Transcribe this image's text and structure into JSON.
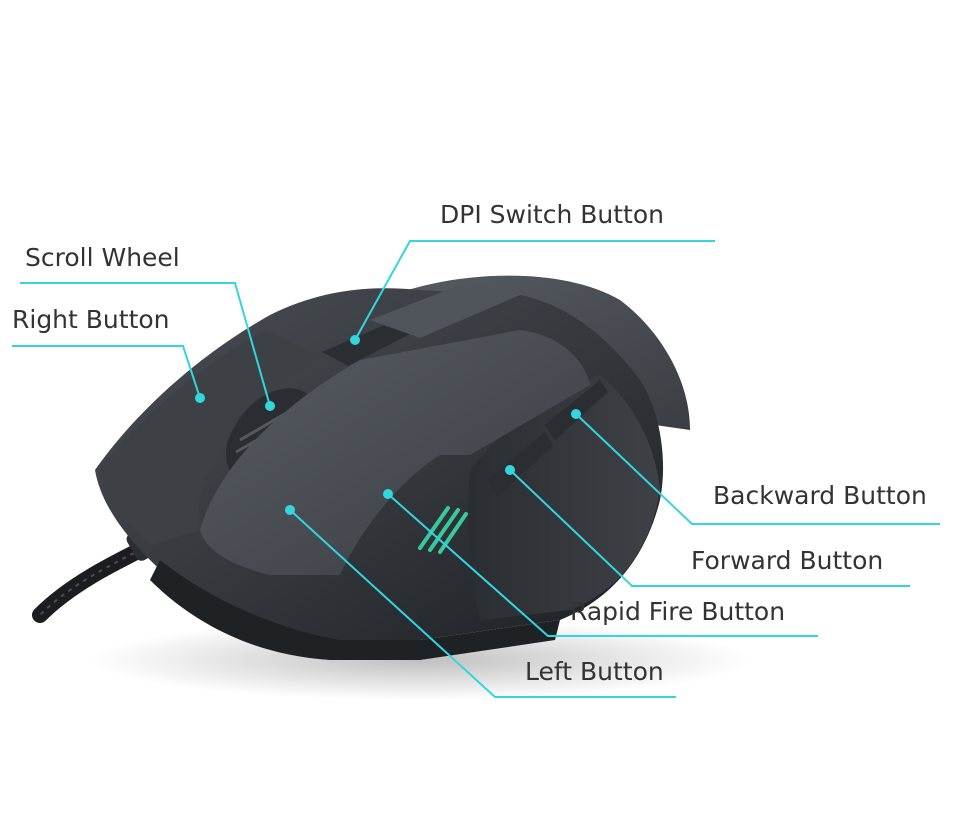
{
  "colors": {
    "leader_line": "#33d6dc",
    "label_text": "#333333",
    "mouse_body": "#3b3f44",
    "mouse_shadow": "#1f2225",
    "accent_led": "#39c9a0"
  },
  "labels": {
    "dpi_switch_button": "DPI Switch Button",
    "scroll_wheel": "Scroll Wheel",
    "right_button": "Right Button",
    "backward_button": "Backward Button",
    "forward_button": "Forward Button",
    "rapid_fire_button": "Rapid Fire Button",
    "left_button": "Left Button"
  }
}
